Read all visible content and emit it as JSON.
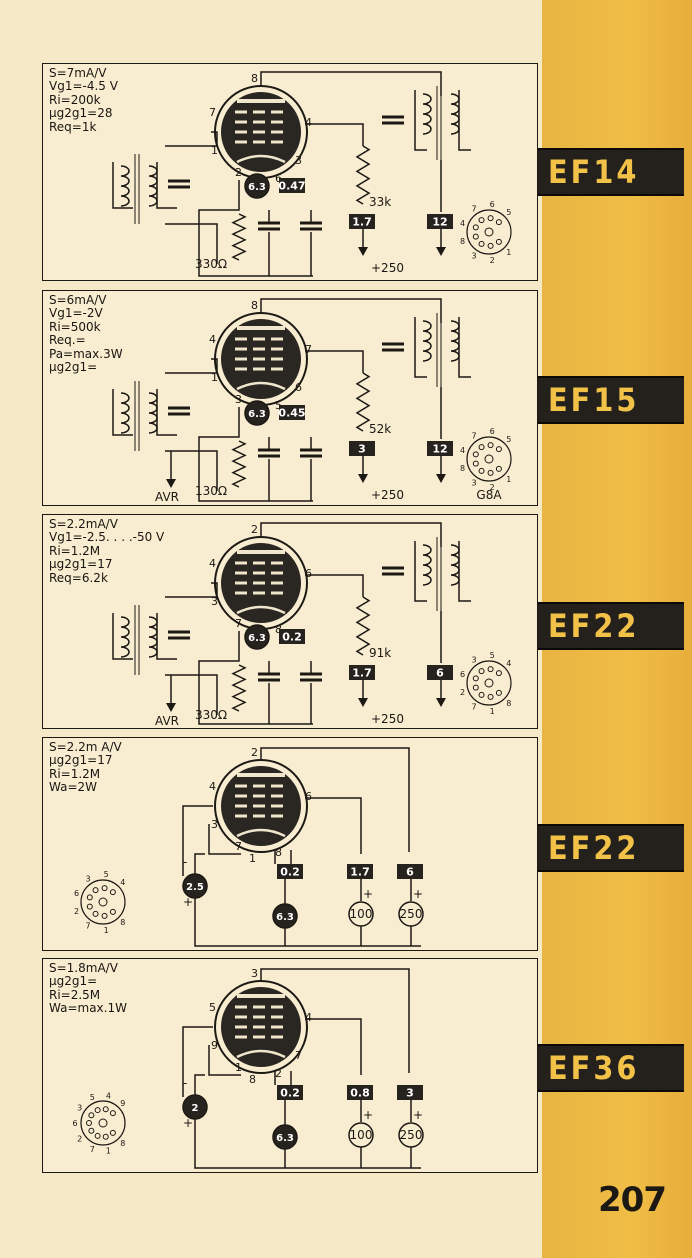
{
  "page_number": "207",
  "circuits": [
    {
      "tube": "EF14",
      "specs": [
        "S=7mA/V",
        "Vg1=-4.5 V",
        "Ri=200k",
        "μg2g1=28",
        "Req=1k"
      ],
      "pins": [
        "8",
        "7",
        "4",
        "1",
        "2",
        "5",
        "6",
        "3"
      ],
      "resistors": [
        "33k",
        "330Ω"
      ],
      "boxes": [
        "0.47",
        "1.7",
        "12"
      ],
      "circles": [
        "6.3"
      ],
      "supply": "+250",
      "base_pins": [
        "5",
        "6",
        "7",
        "4",
        "8",
        "3",
        "2",
        "1"
      ]
    },
    {
      "tube": "EF15",
      "specs": [
        "S=6mA/V",
        "Vg1=-2V",
        "Ri=500k",
        "Req.=",
        "Pa=max.3W",
        "μg2g1="
      ],
      "pins": [
        "8",
        "4",
        "7",
        "1",
        "3",
        "2",
        "5",
        "6"
      ],
      "resistors": [
        "52k",
        "130Ω"
      ],
      "boxes": [
        "0.45",
        "3",
        "12"
      ],
      "circles": [
        "6.3"
      ],
      "supply": "+250",
      "avr": "AVR",
      "base_pins": [
        "5",
        "6",
        "7",
        "4",
        "8",
        "3",
        "2",
        "1"
      ],
      "base_label": "G8A"
    },
    {
      "tube": "EF22",
      "specs": [
        "S=2.2mA/V",
        "Vg1=-2.5. . . .-50 V",
        "Ri=1.2M",
        "μg2g1=17",
        "Req=6.2k"
      ],
      "pins": [
        "2",
        "4",
        "6",
        "3",
        "7",
        "1",
        "8"
      ],
      "resistors": [
        "91k",
        "330Ω"
      ],
      "boxes": [
        "0.2",
        "1.7",
        "6"
      ],
      "circles": [
        "6.3"
      ],
      "supply": "+250",
      "avr": "AVR",
      "base_pins": [
        "4",
        "5",
        "3",
        "6",
        "2",
        "7",
        "1",
        "8"
      ]
    },
    {
      "tube": "EF22",
      "specs": [
        "S=2.2m A/V",
        "μg2g1=17",
        "Ri=1.2M",
        "Wa=2W"
      ],
      "pins": [
        "2",
        "4",
        "6",
        "3",
        "7",
        "1",
        "8"
      ],
      "boxes": [
        "0.2",
        "1.7",
        "6"
      ],
      "circles": [
        "2.5",
        "6.3",
        "100",
        "250"
      ],
      "polarity": [
        "-",
        "+"
      ],
      "base_pins": [
        "4",
        "5",
        "3",
        "6",
        "2",
        "7",
        "1",
        "8"
      ]
    },
    {
      "tube": "EF36",
      "specs": [
        "S=1.8mA/V",
        "μg2g1=",
        "Ri=2.5M",
        "Wa=max.1W"
      ],
      "pins": [
        "3",
        "5",
        "4",
        "9",
        "1",
        "8",
        "2",
        "7"
      ],
      "boxes": [
        "0.2",
        "0.8",
        "3"
      ],
      "circles": [
        "2",
        "6.3",
        "100",
        "250"
      ],
      "polarity": [
        "-",
        "+"
      ],
      "base_pins": [
        "9",
        "4",
        "5",
        "3",
        "6",
        "2",
        "7",
        "1",
        "8"
      ]
    }
  ]
}
